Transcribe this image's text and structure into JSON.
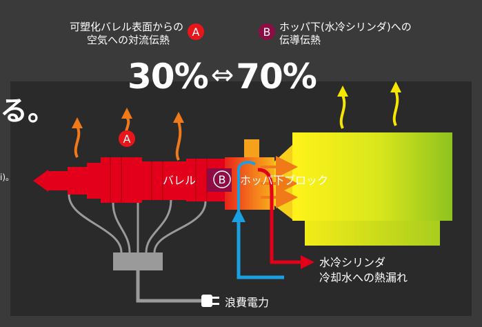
{
  "labels": {
    "barrel_convection_line1": "可塑化バレル表面からの",
    "barrel_convection_line2": "空気への対流伝熱",
    "hopper_conduction_line1": "ホッパ下(水冷シリンダ)への",
    "hopper_conduction_line2": "伝導伝熱",
    "ratio_left": "30%",
    "ratio_arrow": "⇔",
    "ratio_right": "70%",
    "cut_heading": "る。",
    "cut_note": "i)。",
    "barrel": "バレル",
    "hopper_block": "ホッパ下ブロック",
    "water_line1": "水冷シリンダ",
    "water_line2": "冷却水への熱漏れ",
    "wasted_power": "浪費電力"
  },
  "markers": {
    "a": "A",
    "b": "B"
  },
  "colors": {
    "background": "#3a3a3a",
    "panel": "#2a2a2a",
    "marker_a": "#e8161b",
    "marker_b": "#8e0c44",
    "barrel_red": "#e2001a",
    "heat_arrow_orange": "#f07a1a",
    "heat_arrow_yellow": "#f7e600",
    "water_blue": "#1aa0e0",
    "leak_red": "#e2001a",
    "cable_gray": "#9a9a9a",
    "motor_green": "#8fc21f"
  }
}
